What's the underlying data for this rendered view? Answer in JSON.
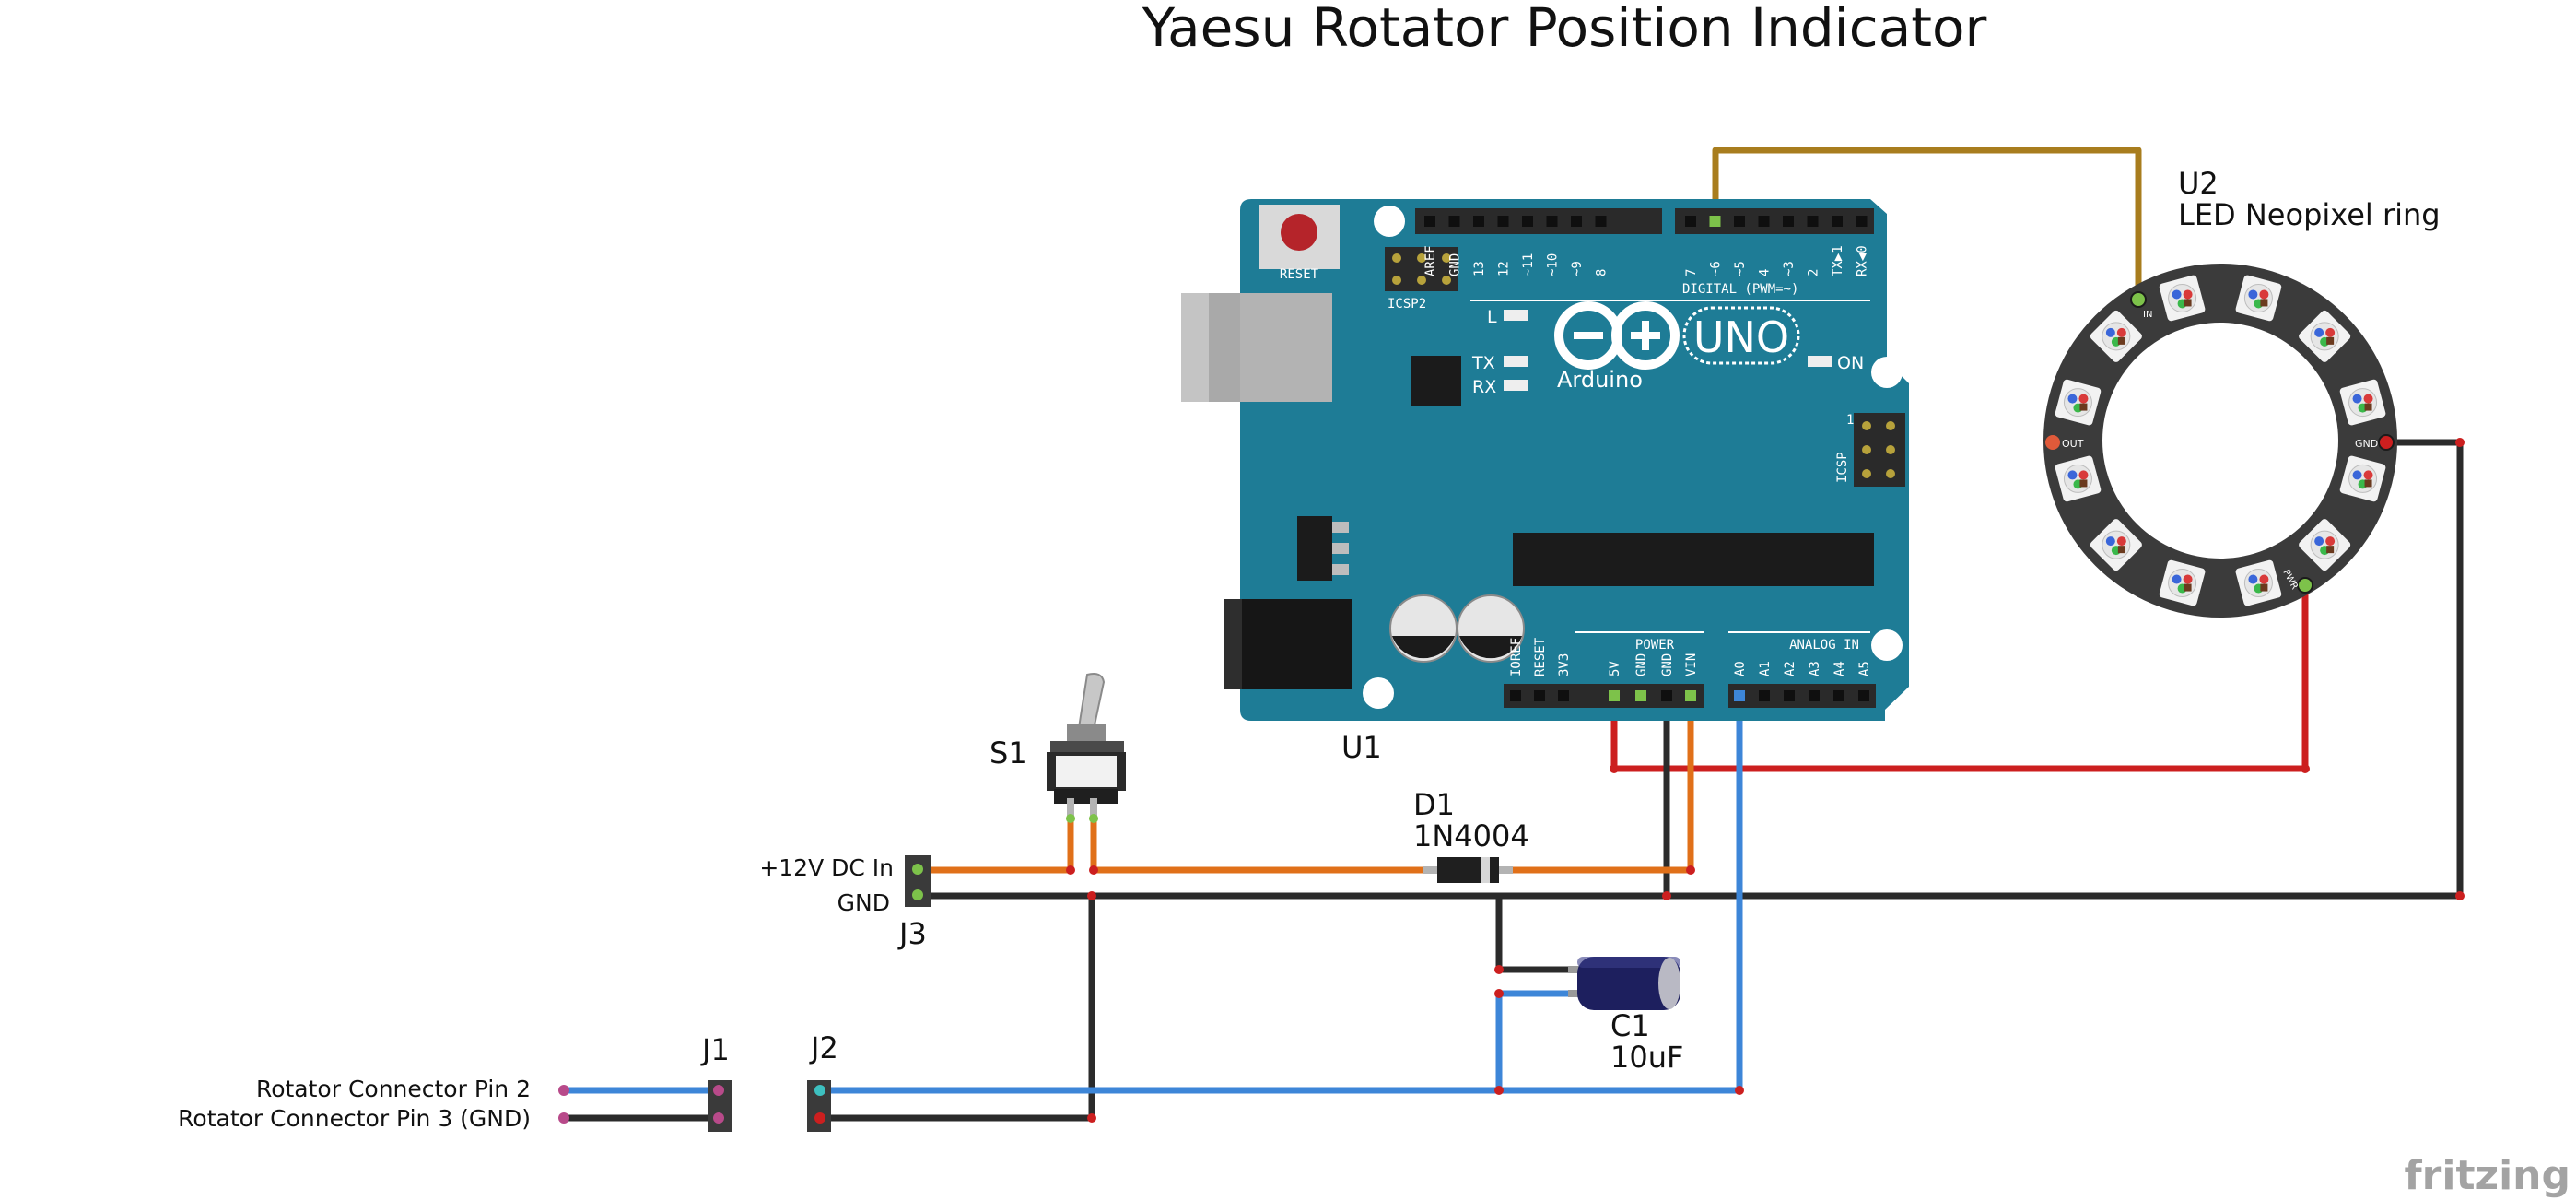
{
  "title": "Yaesu Rotator Position Indicator",
  "components": {
    "u1": {
      "ref": "U1",
      "reset_label": "RESET",
      "icsp2_label": "ICSP2",
      "icsp_label": "ICSP",
      "icsp_pin1": "1",
      "led_l": "L",
      "led_tx": "TX",
      "led_rx": "RX",
      "led_on": "ON",
      "logo_uno": "UNO",
      "logo_name": "Arduino",
      "digital_label": "DIGITAL (PWM=~)",
      "power_label": "POWER",
      "analog_label": "ANALOG IN",
      "top_pins": [
        "AREF",
        "GND",
        "13",
        "12",
        "~11",
        "~10",
        "~9",
        "8",
        "7",
        "~6",
        "~5",
        "4",
        "~3",
        "2",
        "TX▶1",
        "RX◀0"
      ],
      "power_pins": [
        "IOREF",
        "RESET",
        "3V3",
        "5V",
        "GND",
        "GND",
        "VIN"
      ],
      "analog_pins": [
        "A0",
        "A1",
        "A2",
        "A3",
        "A4",
        "A5"
      ]
    },
    "u2": {
      "ref": "U2",
      "name": "LED Neopixel ring",
      "pin_in": "IN",
      "pin_out": "OUT",
      "pin_gnd": "GND",
      "pin_pwr": "PWR"
    },
    "s1": {
      "ref": "S1"
    },
    "d1": {
      "ref": "D1",
      "value": "1N4004"
    },
    "c1": {
      "ref": "C1",
      "value": "10uF"
    },
    "j3": {
      "ref": "J3",
      "pin1": "+12V DC In",
      "pin2": "GND"
    },
    "j1": {
      "ref": "J1",
      "pin1": "Rotator Connector Pin 2",
      "pin2": "Rotator Connector Pin 3 (GND)"
    },
    "j2": {
      "ref": "J2"
    }
  },
  "watermark": "fritzing",
  "colors": {
    "board": "#1e7c96",
    "wire_black": "#2b2b2b",
    "wire_red": "#cc1f1f",
    "wire_orange": "#e07019",
    "wire_blue": "#3d86d8",
    "wire_gold": "#a87d1e"
  }
}
